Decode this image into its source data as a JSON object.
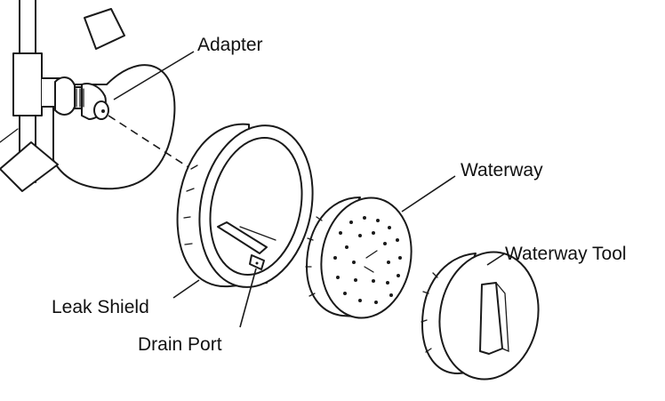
{
  "labels": {
    "adapter": "Adapter",
    "waterway": "Waterway",
    "waterway_tool": "Waterway Tool",
    "leak_shield": "Leak Shield",
    "drain_port": "Drain Port"
  },
  "colors": {
    "ink": "#1a1a1a",
    "background": "#ffffff"
  }
}
